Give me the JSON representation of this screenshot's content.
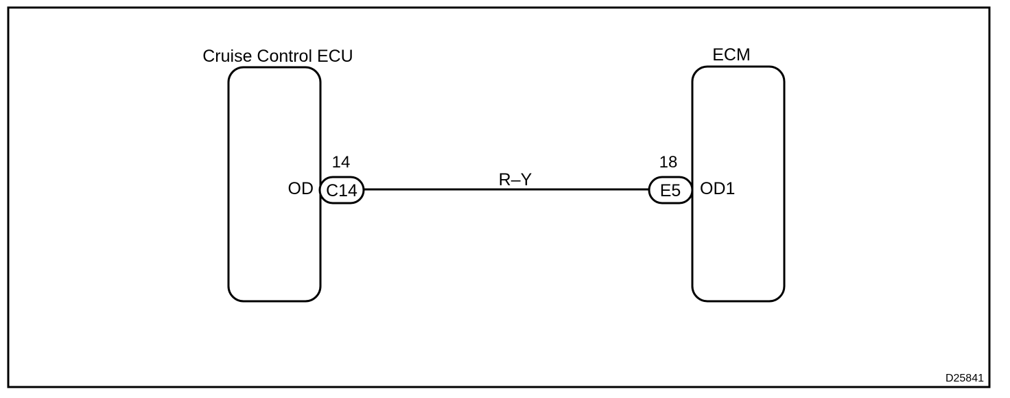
{
  "components": {
    "left": {
      "name": "Cruise Control ECU",
      "terminal": "OD"
    },
    "right": {
      "name": "ECM",
      "terminal": "OD1"
    }
  },
  "connectors": {
    "left": {
      "id": "C14",
      "pin": "14"
    },
    "right": {
      "id": "E5",
      "pin": "18"
    }
  },
  "wire": {
    "color_code": "R–Y"
  },
  "figure_code": "D25841"
}
